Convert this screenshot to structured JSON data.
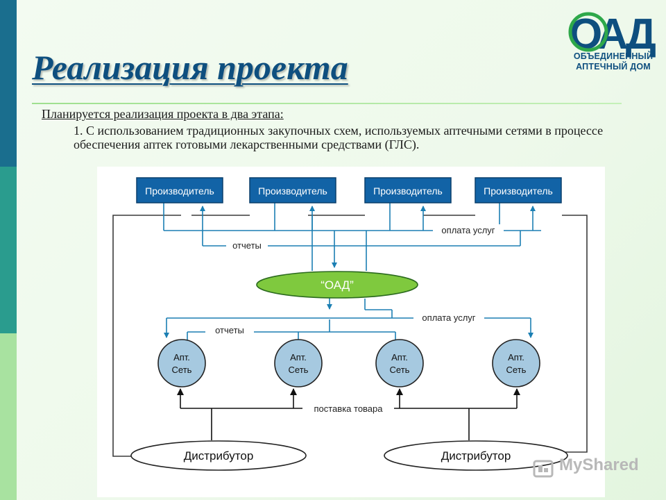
{
  "slide": {
    "title": "Реализация проекта",
    "lead": "Планируется реализация проекта в два этапа:",
    "item": "1. С использованием традиционных закупочных схем, используемых аптечными сетями в процессе обеспечения аптек готовыми лекарственными средствами (ГЛС)."
  },
  "logo": {
    "mark": "ОАД",
    "line1": "ОБЪЕДИНЕННЫЙ",
    "line2": "АПТЕЧНЫЙ ДОМ"
  },
  "diagram": {
    "producers": [
      "Производитель",
      "Производитель",
      "Производитель",
      "Производитель"
    ],
    "hub": "“ОАД”",
    "networks": [
      {
        "line1": "Апт.",
        "line2": "Сеть"
      },
      {
        "line1": "Апт.",
        "line2": "Сеть"
      },
      {
        "line1": "Апт.",
        "line2": "Сеть"
      },
      {
        "line1": "Апт.",
        "line2": "Сеть"
      }
    ],
    "distributors": [
      "Дистрибутор",
      "Дистрибутор"
    ],
    "labels": {
      "payment_top": "оплата услуг",
      "reports_top": "отчеты",
      "reports_mid": "отчеты",
      "payment_mid": "оплата услуг",
      "delivery": "поставка товара"
    },
    "colors": {
      "producer_fill": "#1263a6",
      "arrow_blue": "#1b7fb3",
      "hub_fill": "#7fc93e",
      "network_fill": "#a6c9e0",
      "line_dark": "#3a3a3a"
    }
  },
  "watermark": {
    "text": "MyShared"
  }
}
